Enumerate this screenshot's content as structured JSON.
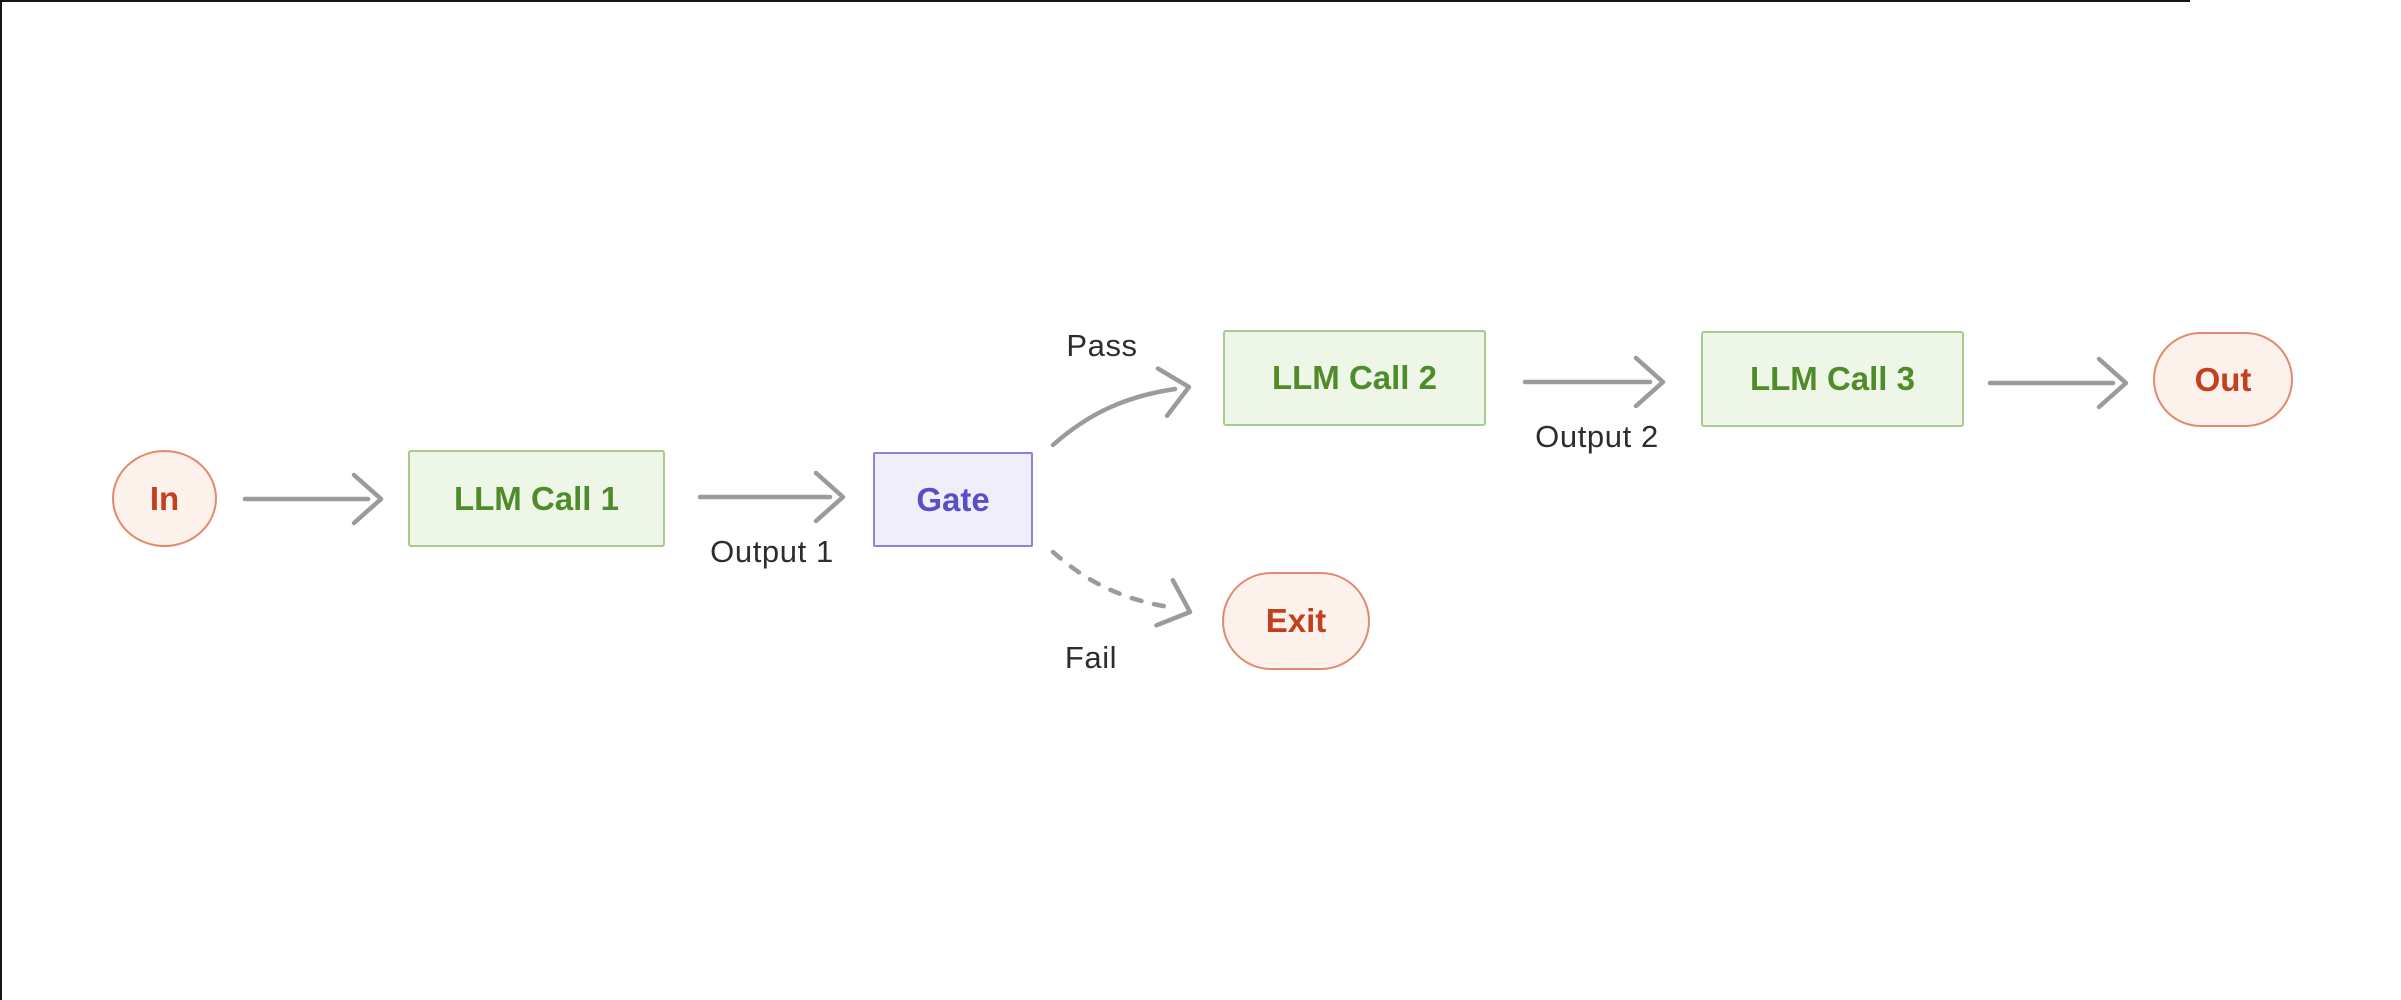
{
  "diagram": {
    "nodes": {
      "in": {
        "label": "In",
        "shape": "ellipse",
        "palette": "coral"
      },
      "llm_call_1": {
        "label": "LLM Call 1",
        "shape": "rect",
        "palette": "green"
      },
      "gate": {
        "label": "Gate",
        "shape": "rect",
        "palette": "purple"
      },
      "llm_call_2": {
        "label": "LLM Call 2",
        "shape": "rect",
        "palette": "green"
      },
      "llm_call_3": {
        "label": "LLM Call 3",
        "shape": "rect",
        "palette": "green"
      },
      "out": {
        "label": "Out",
        "shape": "pill",
        "palette": "coral"
      },
      "exit": {
        "label": "Exit",
        "shape": "pill",
        "palette": "coral"
      }
    },
    "edges": [
      {
        "from": "in",
        "to": "llm_call_1",
        "style": "solid",
        "label": ""
      },
      {
        "from": "llm_call_1",
        "to": "gate",
        "style": "solid",
        "label": "Output 1"
      },
      {
        "from": "gate",
        "to": "llm_call_2",
        "style": "solid",
        "label": "Pass"
      },
      {
        "from": "gate",
        "to": "exit",
        "style": "dashed",
        "label": "Fail"
      },
      {
        "from": "llm_call_2",
        "to": "llm_call_3",
        "style": "solid",
        "label": "Output 2"
      },
      {
        "from": "llm_call_3",
        "to": "out",
        "style": "solid",
        "label": ""
      }
    ],
    "colors": {
      "coral_fill": "#fdf1ec",
      "coral_border": "#e28a6d",
      "coral_text": "#c2401e",
      "green_fill": "#eef6e8",
      "green_border": "#a9ca8e",
      "green_text": "#4f8c29",
      "purple_fill": "#efeef9",
      "purple_border": "#8b84d8",
      "purple_text": "#584fc6",
      "edge_stroke": "#9b9b9b",
      "label_text": "#2d2d2d"
    }
  }
}
